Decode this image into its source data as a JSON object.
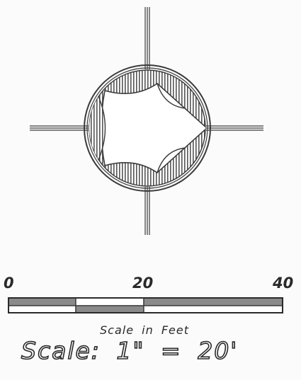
{
  "compass": {
    "icon": "north-arrow-compass-icon",
    "line_color": "#3a3a3a",
    "hatch_color": "#555555"
  },
  "scale_bar": {
    "ticks": [
      "0",
      "20",
      "40"
    ],
    "caption": "Scale in Feet",
    "statement": "Scale: 1\" = 20'",
    "dark_color": "#8a8a8a",
    "light_color": "#ffffff"
  }
}
